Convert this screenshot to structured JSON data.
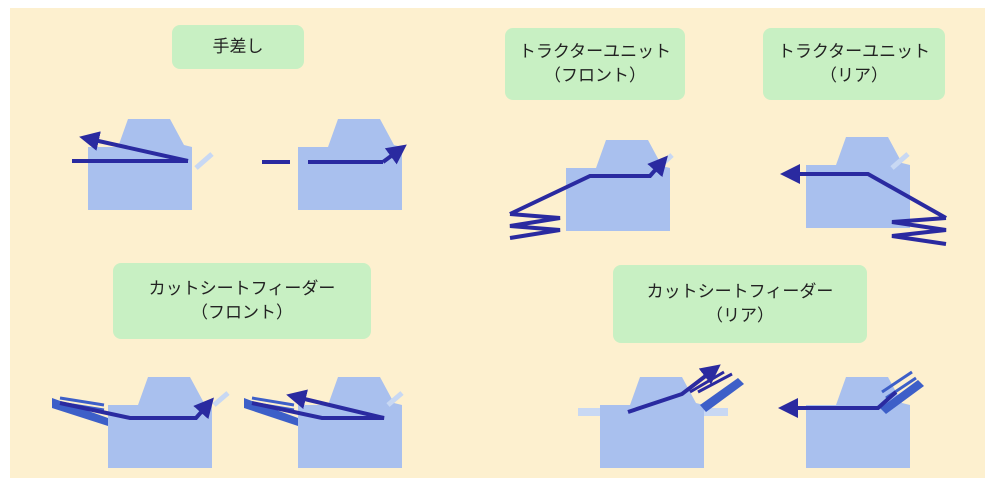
{
  "colors": {
    "background": "#fdf0cf",
    "label_bg": "#c8f0c3",
    "printer_body": "#a9c0ee",
    "paper_path": "#2a2aa0",
    "feed_tray": "#c8d8f3"
  },
  "labels": {
    "manual_feed": {
      "line1": "手差し"
    },
    "tractor_front": {
      "line1": "トラクターユニット",
      "line2": "（フロント）"
    },
    "tractor_rear": {
      "line1": "トラクターユニット",
      "line2": "（リア）"
    },
    "sheet_feeder_front": {
      "line1": "カットシートフィーダー",
      "line2": "（フロント）"
    },
    "sheet_feeder_rear": {
      "line1": "カットシートフィーダー",
      "line2": "（リア）"
    }
  }
}
